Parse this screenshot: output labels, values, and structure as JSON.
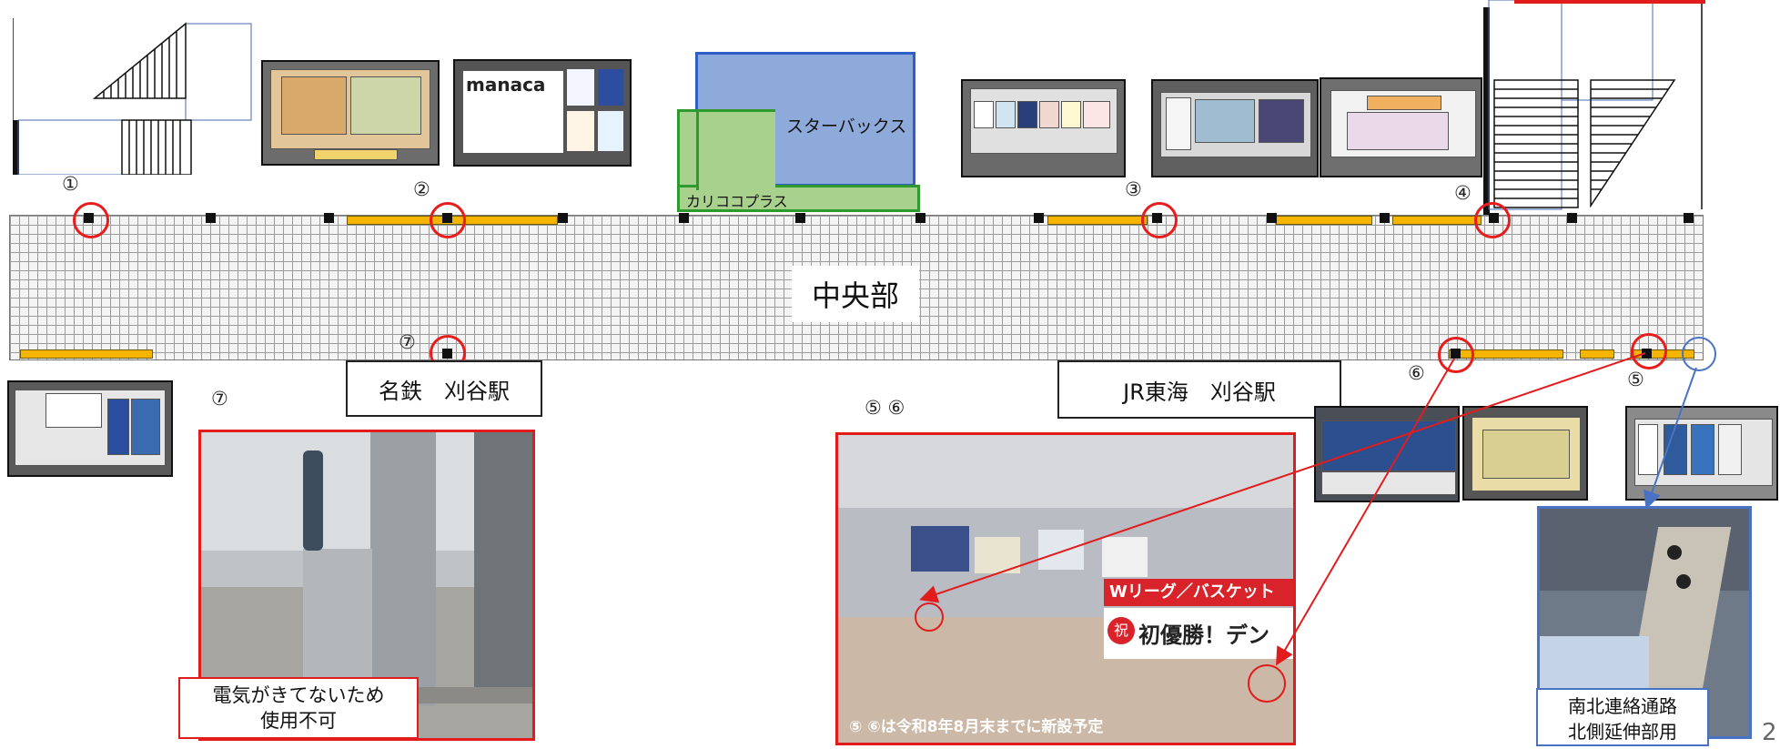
{
  "store_labels": {
    "starbucks": "スターバックス",
    "kariko": "カリココプラス"
  },
  "central_label": "中央部",
  "station_labels": {
    "meitetsu": "名鉄　刈谷駅",
    "jr": "JR東海　刈谷駅"
  },
  "markers": [
    "①",
    "②",
    "③",
    "④",
    "⑤",
    "⑥",
    "⑦"
  ],
  "photo_headings": {
    "seven": "⑦",
    "five_six": "⑤ ⑥"
  },
  "captions": {
    "seven_note": [
      "電気がきてないため",
      "使用不可"
    ],
    "five_six_note": "⑤ ⑥は令和8年8月末までに新設予定",
    "north_extension": [
      "南北連絡通路",
      "北側延伸部用"
    ]
  },
  "poster_text": {
    "manaca": "manaca",
    "banner_top": "Wリーグ／バスケット",
    "banner_bottom": "初優勝！デン",
    "banner_badge": "祝"
  },
  "page_number": "2",
  "colors": {
    "red": "#e21c1c",
    "blue": "#4a72c4",
    "starbucks": "#8eaadb",
    "kariko": "#a9d18e",
    "yellow": "#f4b400"
  }
}
